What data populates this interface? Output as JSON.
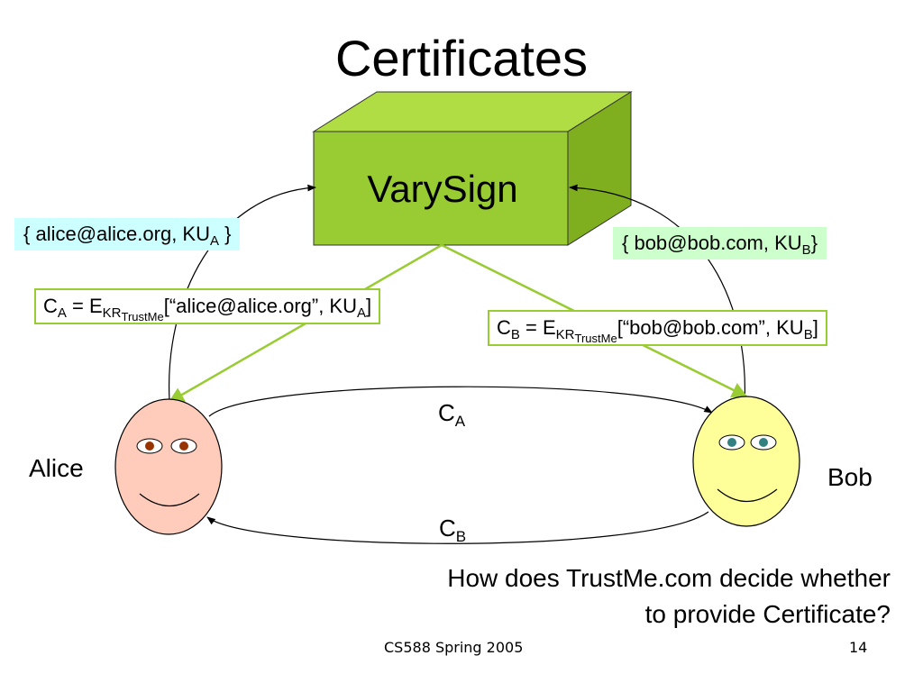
{
  "slide": {
    "title": "Certificates",
    "authority_box": {
      "label": "VarySign",
      "color": "#99cc33"
    },
    "alice": {
      "name": "Alice",
      "request_tag": {
        "prefix": "{ alice@alice.org, KU",
        "sub": "A",
        "suffix": " }"
      },
      "certificate": {
        "c": "C",
        "c_sub": "A",
        "eq": " = E",
        "e_sub": "KR",
        "e_sub2": "TrustMe",
        "body": "[“alice@alice.org”, KU",
        "body_sub": "A",
        "end": "]"
      },
      "face_color": "#ffccbb"
    },
    "bob": {
      "name": "Bob",
      "request_tag": {
        "prefix": "{ bob@bob.com, KU",
        "sub": "B",
        "suffix": "}"
      },
      "certificate": {
        "c": "C",
        "c_sub": "B",
        "eq": " = E",
        "e_sub": "KR",
        "e_sub2": "TrustMe",
        "body": "[“bob@bob.com”, KU",
        "body_sub": "B",
        "end": "]"
      },
      "face_color": "#ffff99"
    },
    "exchange": {
      "to_bob": {
        "c": "C",
        "sub": "A"
      },
      "to_alice": {
        "c": "C",
        "sub": "B"
      }
    },
    "question": {
      "line1": "How does TrustMe.com decide whether",
      "line2": "to provide Certificate?"
    },
    "footer": {
      "course": "CS588 Spring 2005",
      "page": "14"
    }
  }
}
